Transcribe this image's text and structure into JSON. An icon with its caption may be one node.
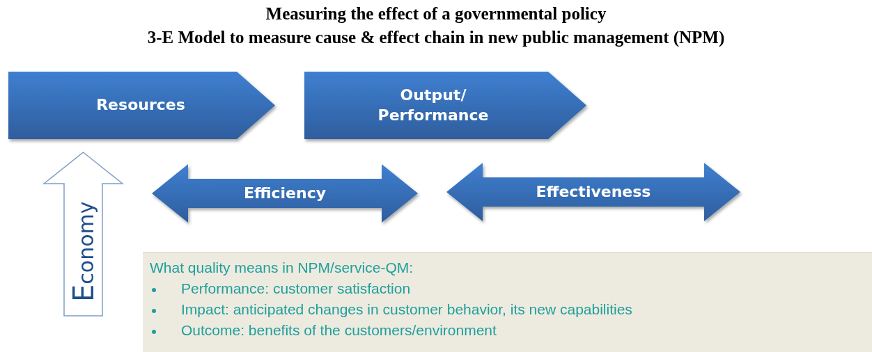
{
  "diagram": {
    "title": "Measuring the effect of a governmental policy",
    "nodes": [
      {
        "text": [
          "Resources"
        ]
      },
      {
        "text": [
          "Output/ Performance"
        ]
      },
      {
        "text": [
          "Efficiency"
        ]
      },
      {
        "text": [
          "Effectiveness"
        ]
      },
      {
        "text": [
          "Economy"
        ]
      },
      {
        "text": [
          "What quality means in NPM/service-QM:",
          "Performance: customer satisfaction",
          "Impact: anticipated changes in customer behavior, its new capabilities",
          "Outcome: benefits of the customers/environment"
        ]
      }
    ],
    "labels": [
      "3-E Model to measure cause & effect chain in new public management (NPM)"
    ]
  }
}
